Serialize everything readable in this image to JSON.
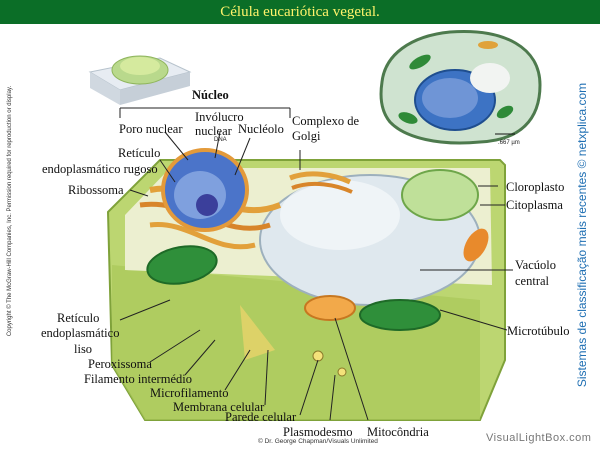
{
  "title": "Célula eucariótica vegetal.",
  "colors": {
    "title_bg": "#0b6e27",
    "title_text": "#fff36b",
    "cell_wall": "#b7d36a",
    "cytoplasm": "#e9edc7",
    "nucleus": "#4b74c9",
    "vacuole": "#dfe8ee",
    "chloroplast": "#2f8f3a",
    "mitochondrion": "#e88a2c",
    "golgi_er": "#e2a03a"
  },
  "labels": {
    "nucleo": "Núcleo",
    "poro_nuclear": "Poro nuclear",
    "involucro_line1": "Invólucro",
    "involucro_line2": "nuclear",
    "nucleolo": "Nucléolo",
    "complexo_line1": "Complexo de",
    "complexo_line2": "Golgi",
    "reticulo_rugoso_line1": "Retículo",
    "reticulo_rugoso_line2": "endoplasmático rugoso",
    "ribossoma": "Ribossoma",
    "dna": "DNA",
    "cloroplasto": "Cloroplasto",
    "citoplasma": "Citoplasma",
    "vacuolo_line1": "Vacúolo",
    "vacuolo_line2": "central",
    "microtubulo": "Microtúbulo",
    "reticulo_liso_line1": "Retículo",
    "reticulo_liso_line2": "endoplasmático",
    "reticulo_liso_line3": "liso",
    "peroxissoma": "Peroxissoma",
    "filamento": "Filamento intermédio",
    "microfilamento": "Microfilamento",
    "membrana": "Membrana celular",
    "parede": "Parede celular",
    "plasmodesmo": "Plasmodesmo",
    "mitocondria": "Mitocôndria"
  },
  "scale_bar": ".667 µm",
  "copyright": "Copyright © The McGraw-Hill Companies, Inc. Permission required for reproduction or display.",
  "side_credit": "Sistemas de classificação mais recentes © netxplica.com",
  "photo_credit": "© Dr. George Chapman/Visuals Unlimited",
  "watermark": "VisualLightBox.com"
}
